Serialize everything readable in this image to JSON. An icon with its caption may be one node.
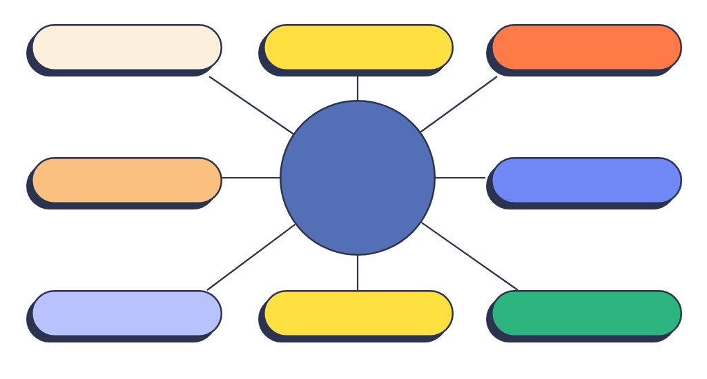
{
  "diagram": {
    "nodes": [
      {
        "text": [],
        "shape": "pill"
      },
      {
        "text": [],
        "shape": "pill"
      },
      {
        "text": [],
        "shape": "pill"
      },
      {
        "text": [],
        "shape": "pill"
      },
      {
        "text": [],
        "shape": "circle"
      },
      {
        "text": [],
        "shape": "pill"
      },
      {
        "text": [],
        "shape": "pill"
      },
      {
        "text": [],
        "shape": "pill"
      },
      {
        "text": [],
        "shape": "pill"
      }
    ],
    "edges": [
      {
        "from": 4,
        "to": 0,
        "arrow": "none"
      },
      {
        "from": 4,
        "to": 1,
        "arrow": "none"
      },
      {
        "from": 4,
        "to": 2,
        "arrow": "none"
      },
      {
        "from": 4,
        "to": 3,
        "arrow": "none"
      },
      {
        "from": 4,
        "to": 5,
        "arrow": "none"
      },
      {
        "from": 4,
        "to": 6,
        "arrow": "none"
      },
      {
        "from": 4,
        "to": 7,
        "arrow": "none"
      },
      {
        "from": 4,
        "to": 8,
        "arrow": "none"
      }
    ]
  }
}
